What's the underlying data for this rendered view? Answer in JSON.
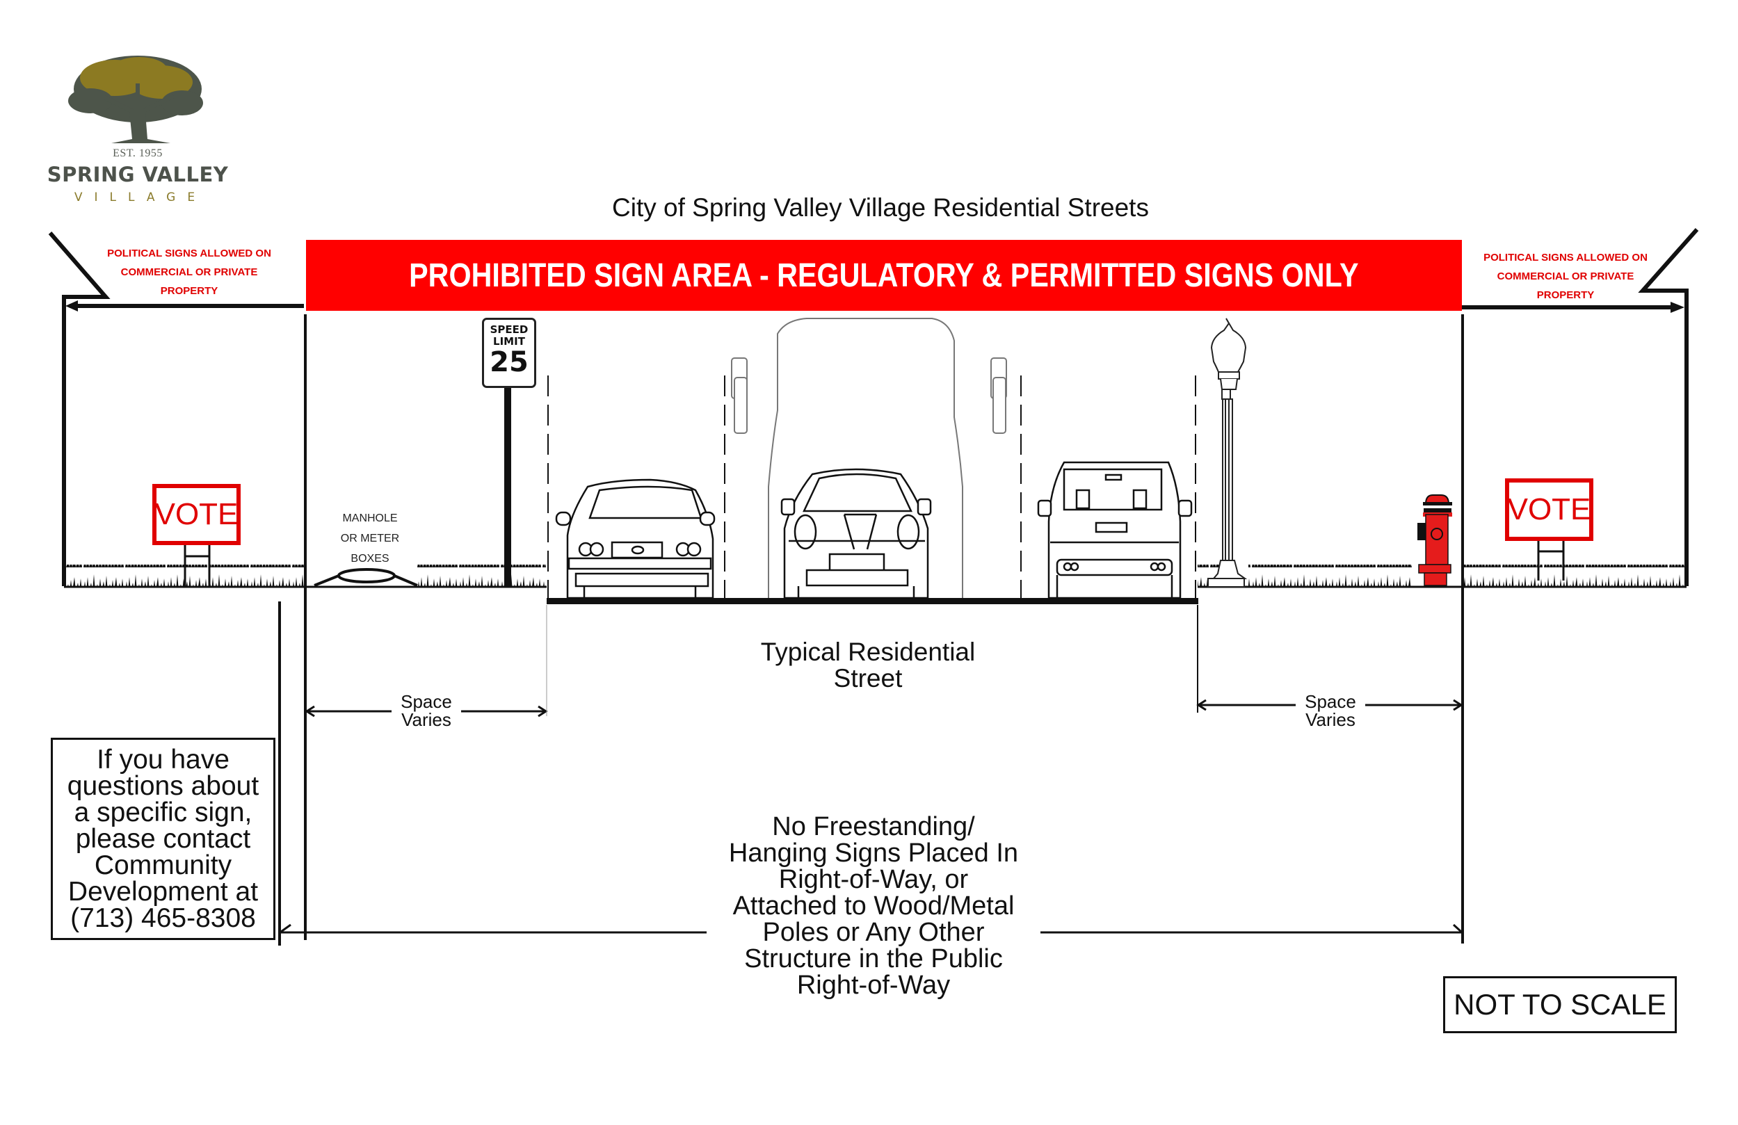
{
  "logo": {
    "established": "EST. 1955",
    "name": "SPRING VALLEY",
    "subname": "VILLAGE",
    "colors": {
      "tree_dark": "#4d554a",
      "tree_foliage": "#8c7a22",
      "text_dark": "#4d524b",
      "text_gold": "#8a7b2b"
    }
  },
  "title": "City of Spring Valley Village Residential Streets",
  "banner": {
    "text": "PROHIBITED SIGN AREA - REGULATORY & PERMITTED SIGNS ONLY",
    "color": "#ff0000"
  },
  "political_left": {
    "lines": [
      "POLITICAL SIGNS ALLOWED ON",
      "COMMERCIAL OR PRIVATE",
      "PROPERTY"
    ]
  },
  "political_right": {
    "lines": [
      "POLITICAL SIGNS ALLOWED ON",
      "COMMERCIAL OR PRIVATE",
      "PROPERTY"
    ]
  },
  "vote_signs": [
    {
      "text": "VOTE",
      "side": "left"
    },
    {
      "text": "VOTE",
      "side": "right"
    }
  ],
  "speed_sign": {
    "line1": "SPEED",
    "line2": "LIMIT",
    "number": "25"
  },
  "manhole_label": {
    "lines": [
      "MANHOLE",
      "OR METER",
      "BOXES"
    ]
  },
  "street_label": {
    "line1": "Typical Residential",
    "line2": "Street"
  },
  "space_varies": [
    {
      "line1": "Space",
      "line2": "Varies",
      "side": "left"
    },
    {
      "line1": "Space",
      "line2": "Varies",
      "side": "right"
    }
  ],
  "info_box": {
    "lines": [
      "If you have",
      "questions about",
      "a specific sign,",
      "please contact",
      "Community",
      "Development at",
      "(713) 465-8308"
    ]
  },
  "row_note": {
    "lines": [
      "No Freestanding/",
      "Hanging Signs Placed In",
      "Right-of-Way, or",
      "Attached to Wood/Metal",
      "Poles or Any Other",
      "Structure in the Public",
      "Right-of-Way"
    ]
  },
  "scale_note": "NOT TO SCALE",
  "illustrations": [
    "oak-tree-logo",
    "speed-limit-sign",
    "manhole",
    "sedan-front",
    "truck-rear-outline",
    "coupe-front",
    "suv-rear",
    "street-lamp",
    "fire-hydrant",
    "vote-yard-sign",
    "grass"
  ]
}
